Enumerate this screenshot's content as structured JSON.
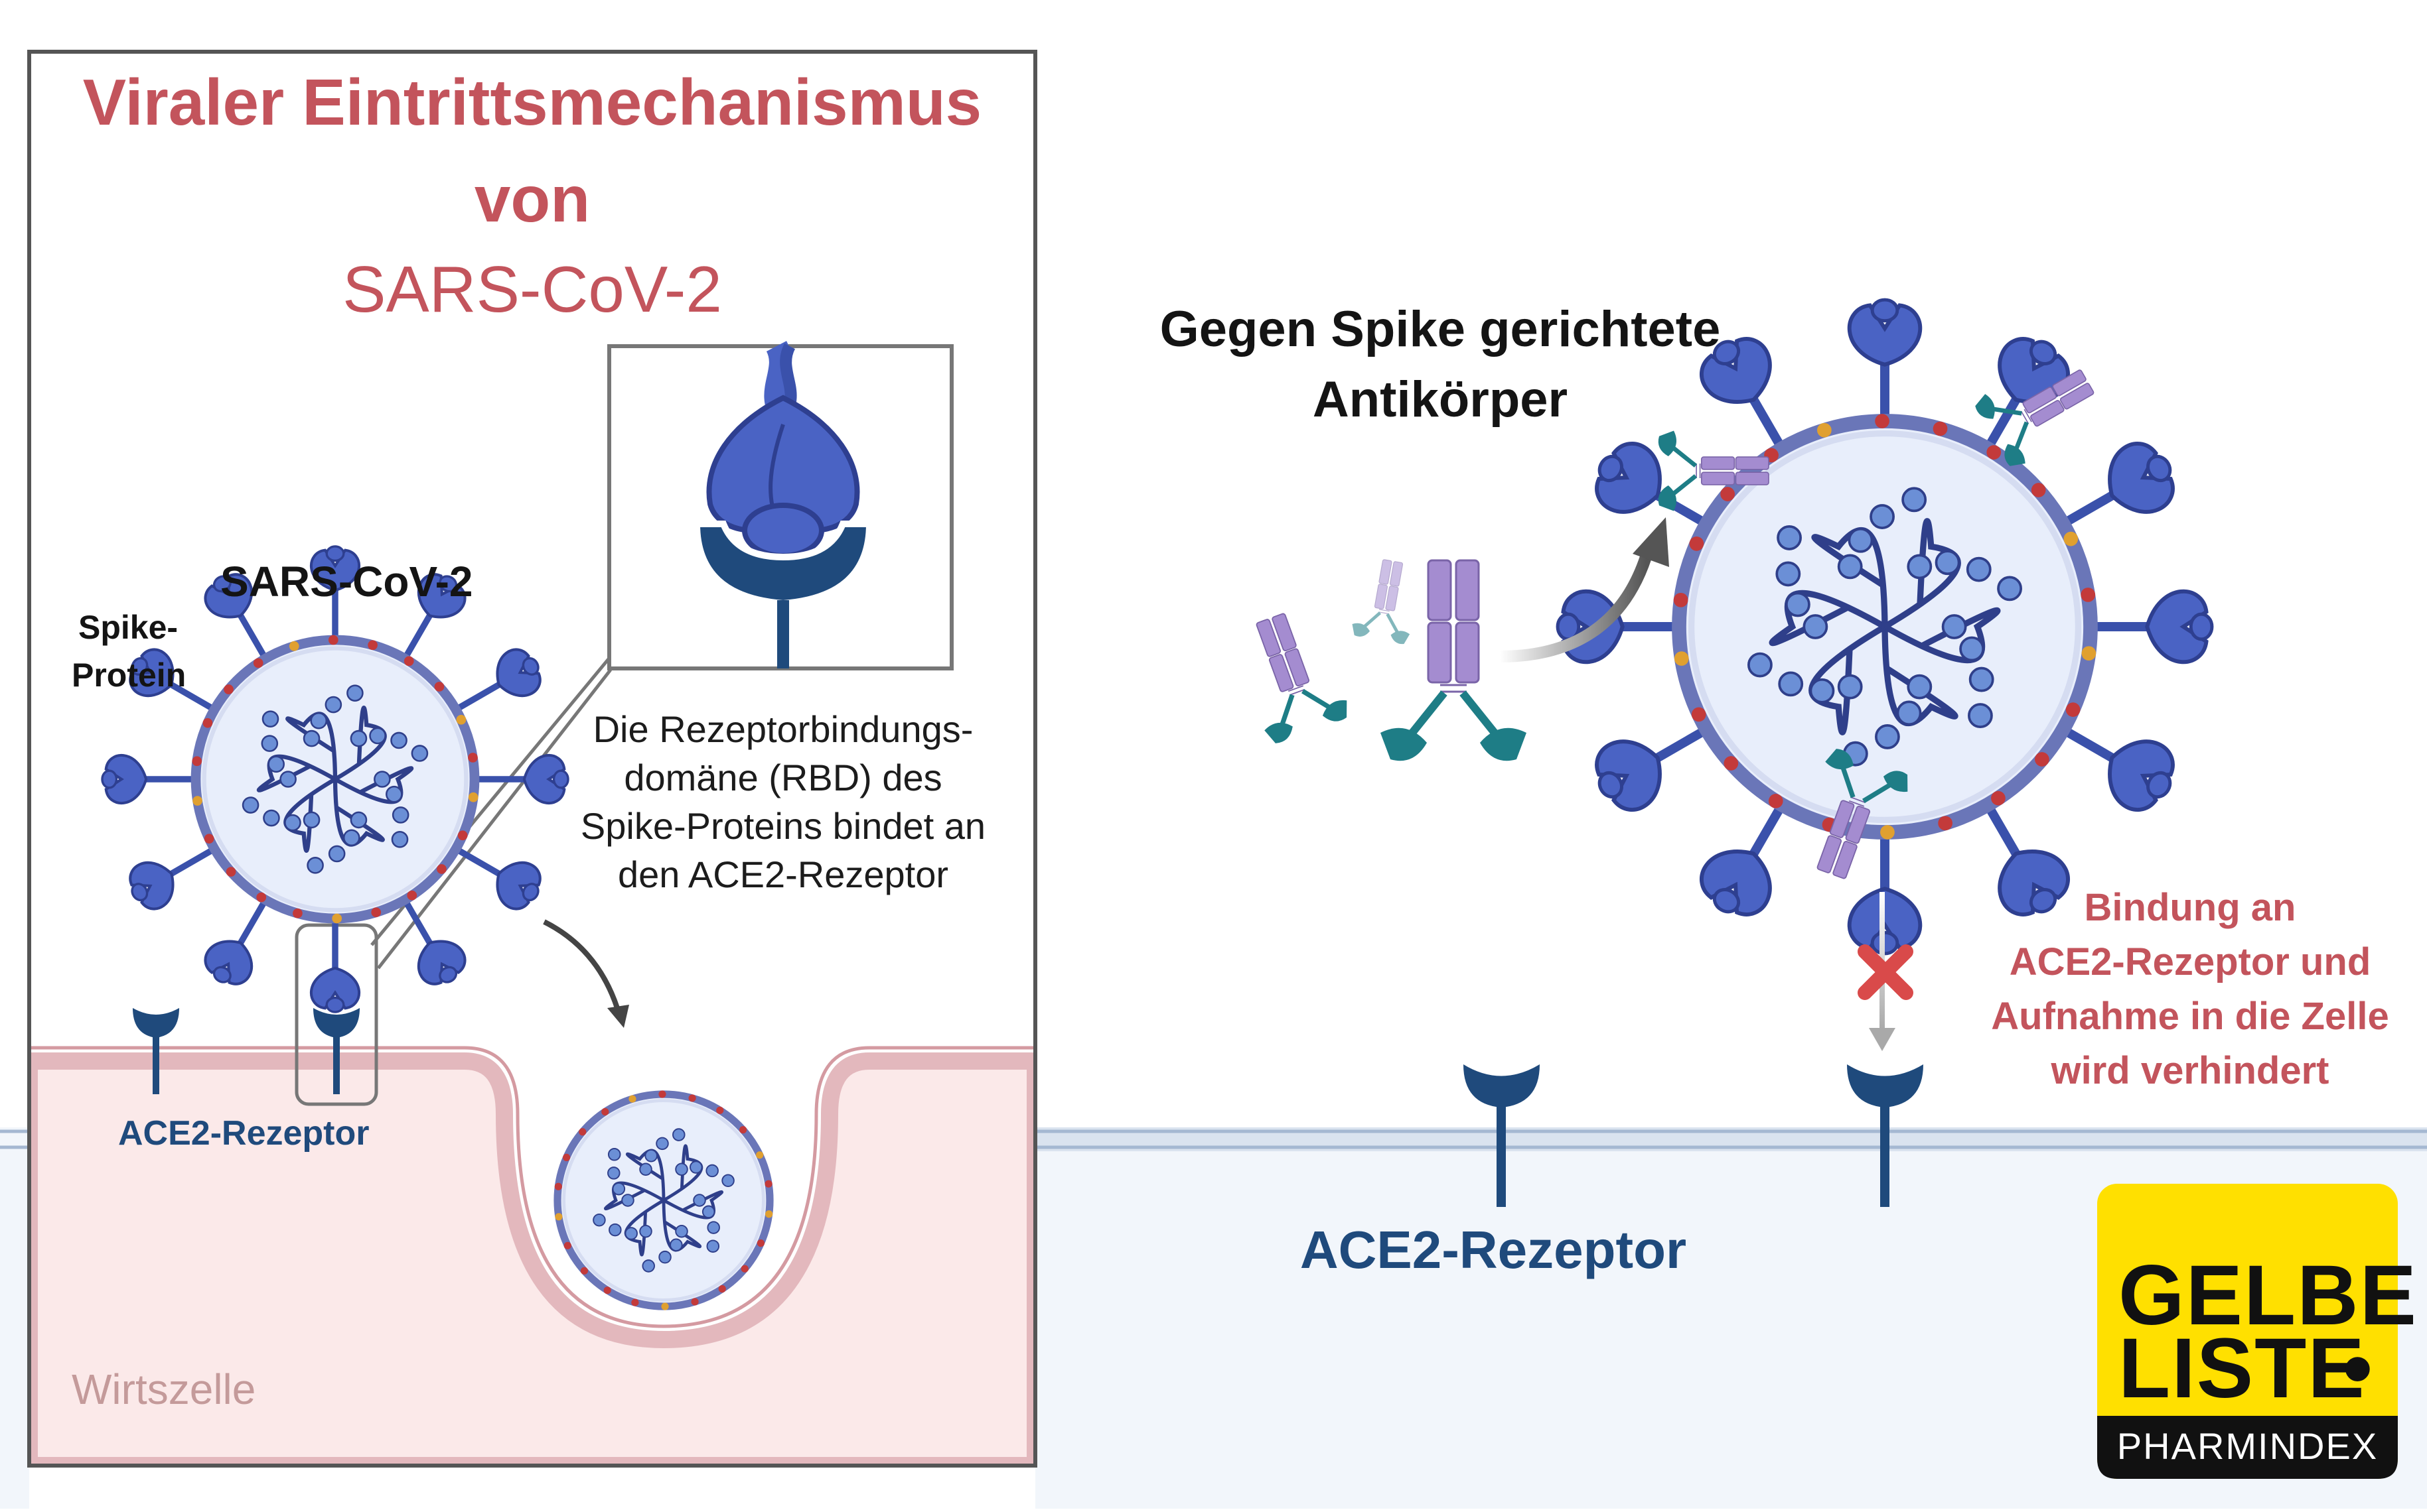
{
  "title": {
    "line1": "Viraler Eintrittsmechanismus",
    "line2": "von",
    "line3": "SARS-CoV-2"
  },
  "left_panel": {
    "virus_label": "SARS-CoV-2",
    "spike_label_1": "Spike-",
    "spike_label_2": "Protein",
    "rbd_text_1": "Die Rezeptorbindungs-",
    "rbd_text_2": "domäne (RBD) des",
    "rbd_text_3": "Spike-Proteins bindet an",
    "rbd_text_4": "den ACE2-Rezeptor",
    "receptor_label": "ACE2-Rezeptor",
    "host_cell_label": "Wirtszelle"
  },
  "right_panel": {
    "antibody_label_1": "Gegen Spike gerichtete",
    "antibody_label_2": "Antikörper",
    "blocked_text_1": "Bindung an",
    "blocked_text_2": "ACE2-Rezeptor und",
    "blocked_text_3": "Aufnahme in die Zelle",
    "blocked_text_4": "wird verhindert",
    "receptor_label": "ACE2-Rezeptor"
  },
  "logo": {
    "line1": "GELBE",
    "line2": "LISTE",
    "line3": "PHARMINDEX"
  },
  "colors": {
    "title_red": "#c3545c",
    "receptor_blue": "#1f4a7c",
    "spike_blue": "#4a63c4",
    "antibody_purple": "#a48cd0",
    "antibody_teal": "#1e7d86",
    "logo_yellow": "#ffe000",
    "host_cell_pink": "#fbe9e9"
  },
  "icons": [
    "spike-protein-icon",
    "ace2-receptor-icon",
    "antibody-icon",
    "block-x-icon",
    "arrow-icon"
  ]
}
